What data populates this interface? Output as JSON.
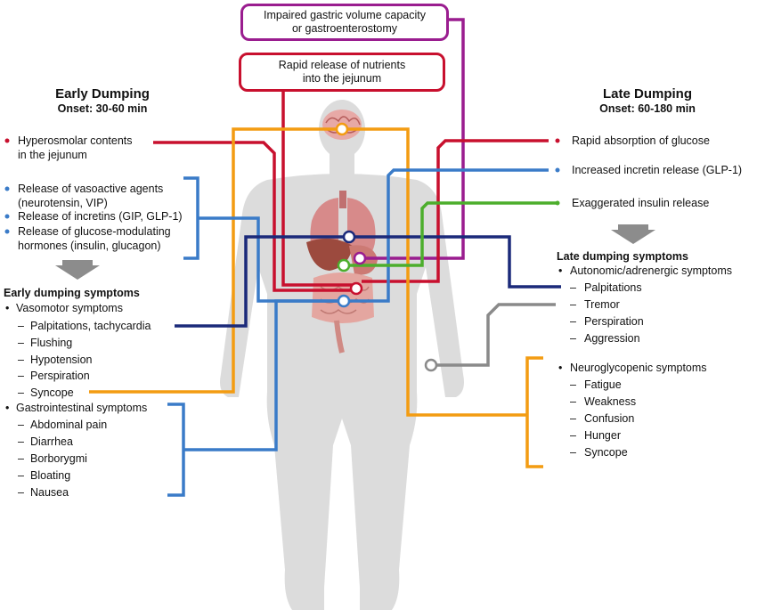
{
  "colors": {
    "purple": "#9a1d8f",
    "red": "#c8102e",
    "orange": "#f39c12",
    "blue": "#3a7bc8",
    "navy": "#1b2a7a",
    "green": "#4cae2c",
    "gray": "#8a8a8a",
    "body": "#d9d9d9"
  },
  "top_boxes": {
    "gastric": [
      "Impaired gastric volume capacity",
      "or gastroenterostomy"
    ],
    "rapid": [
      "Rapid release of nutrients",
      "into the jejunum"
    ]
  },
  "early": {
    "title": "Early Dumping",
    "onset": "Onset: 30-60 min",
    "causes": {
      "hyperosmolar": [
        "Hyperosmolar contents",
        "in the jejunum"
      ],
      "vasoactive": [
        "Release of vasoactive agents",
        "(neurotensin, VIP)"
      ],
      "incretins": [
        "Release of incretins (GIP, GLP-1)"
      ],
      "glucose_mod": [
        "Release of glucose-modulating",
        "hormones (insulin, glucagon)"
      ]
    },
    "symptoms_title": "Early dumping symptoms",
    "vasomotor": {
      "label": "Vasomotor symptoms",
      "items": [
        "Palpitations, tachycardia",
        "Flushing",
        "Hypotension",
        "Perspiration",
        "Syncope"
      ]
    },
    "gastro": {
      "label": "Gastrointestinal symptoms",
      "items": [
        "Abdominal pain",
        "Diarrhea",
        "Borborygmi",
        "Bloating",
        "Nausea"
      ]
    }
  },
  "late": {
    "title": "Late Dumping",
    "onset": "Onset: 60-180 min",
    "causes": {
      "absorption": "Rapid absorption of glucose",
      "incretin": "Increased incretin release (GLP-1)",
      "insulin": "Exaggerated insulin release"
    },
    "symptoms_title": "Late dumping symptoms",
    "autonomic": {
      "label": "Autonomic/adrenergic symptoms",
      "items": [
        "Palpitations",
        "Tremor",
        "Perspiration",
        "Aggression"
      ]
    },
    "neuro": {
      "label": "Neuroglycopenic symptoms",
      "items": [
        "Fatigue",
        "Weakness",
        "Confusion",
        "Hunger",
        "Syncope"
      ]
    }
  },
  "bullet": "•",
  "dash": "–"
}
